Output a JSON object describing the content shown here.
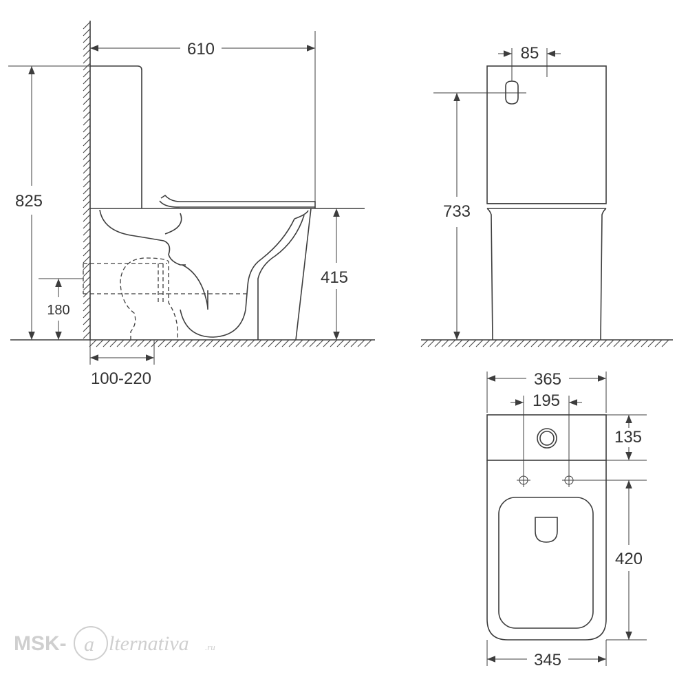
{
  "dimensions": {
    "total_depth": "610",
    "total_height": "825",
    "seat_height": "415",
    "outlet_height": "180",
    "outlet_offset": "100-220",
    "inlet_offset": "85",
    "side_height": "733",
    "tank_width": "365",
    "fixing_spacing": "195",
    "tank_depth": "135",
    "bowl_depth": "420",
    "bowl_width": "345"
  },
  "watermark": {
    "brand": "MSK-",
    "mark": "a",
    "text": "lternativa",
    "suffix": ".ru"
  },
  "colors": {
    "line": "#3d3d3d",
    "watermark": "#cfcfcf"
  }
}
